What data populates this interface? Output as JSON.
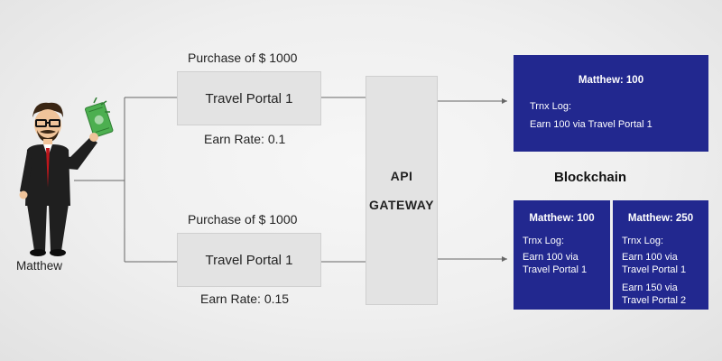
{
  "person": {
    "name": "Matthew"
  },
  "portals": [
    {
      "label": "Travel Portal 1",
      "purchase": "Purchase of $ 1000",
      "earn_rate": "Earn Rate: 0.1"
    },
    {
      "label": "Travel Portal 1",
      "purchase": "Purchase of $ 1000",
      "earn_rate": "Earn Rate: 0.15"
    }
  ],
  "gateway": {
    "line1": "API",
    "line2": "GATEWAY"
  },
  "blockchain": {
    "title": "Blockchain",
    "top_block": {
      "header": "Matthew: 100",
      "log_label": "Trnx Log:",
      "entries": [
        "Earn 100 via Travel Portal 1"
      ]
    },
    "bottom_left_block": {
      "header": "Matthew: 100",
      "log_label": "Trnx Log:",
      "entries": [
        "Earn 100 via",
        "Travel Portal 1"
      ]
    },
    "bottom_right_block": {
      "header": "Matthew: 250",
      "log_label": "Trnx Log:",
      "entries": [
        "Earn 100 via",
        "Travel Portal 1",
        "Earn 150 via",
        "Travel Portal 2"
      ]
    }
  },
  "colors": {
    "block": "#22288f",
    "box": "#e3e3e3",
    "line": "#666666"
  }
}
